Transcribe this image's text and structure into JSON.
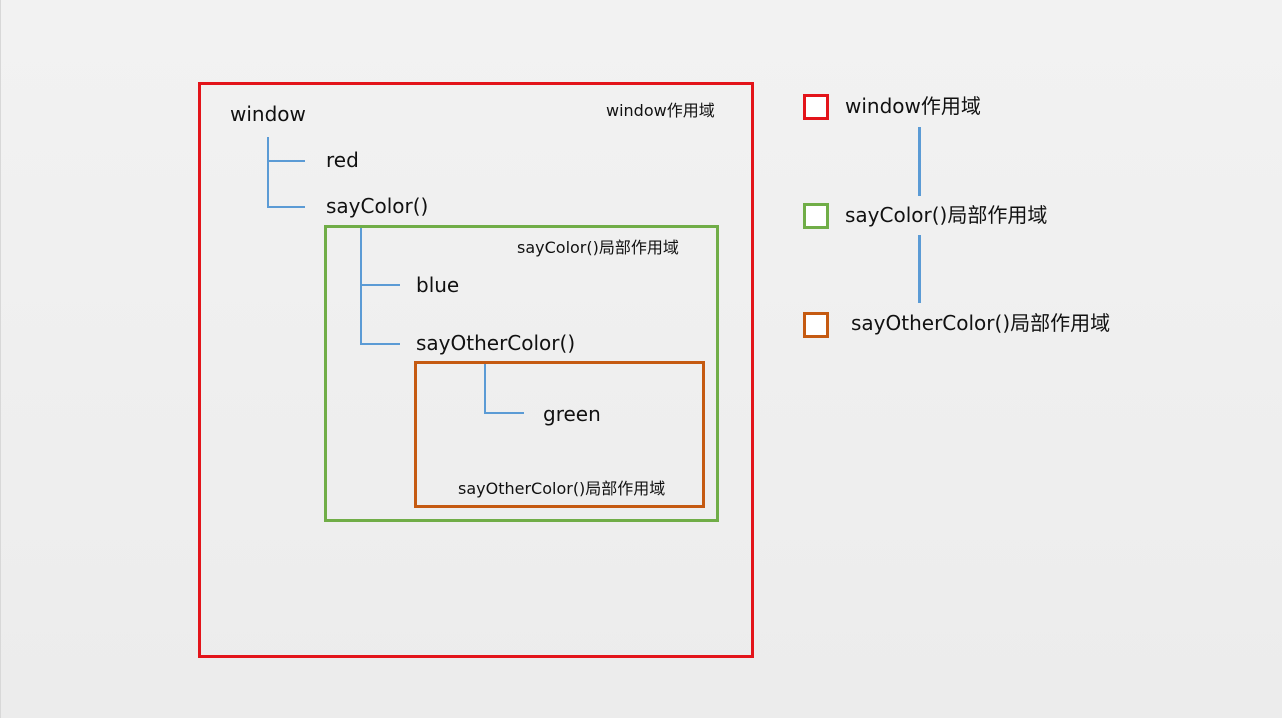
{
  "colors": {
    "window_scope": "#e3141a",
    "saycolor_scope": "#70ad47",
    "sayothercolor_scope": "#c55a11",
    "connector": "#5b9bd5"
  },
  "diagram": {
    "window": {
      "root": "window",
      "scope_label": "window作用域",
      "children": [
        "red",
        "sayColor()"
      ]
    },
    "saycolor": {
      "scope_label": "sayColor()局部作用域",
      "children": [
        "blue",
        "sayOtherColor()"
      ]
    },
    "sayothercolor": {
      "scope_label": "sayOtherColor()局部作用域",
      "children": [
        "green"
      ]
    }
  },
  "legend": {
    "items": [
      {
        "label": "window作用域"
      },
      {
        "label": "sayColor()局部作用域"
      },
      {
        "label": "sayOtherColor()局部作用域"
      }
    ]
  }
}
